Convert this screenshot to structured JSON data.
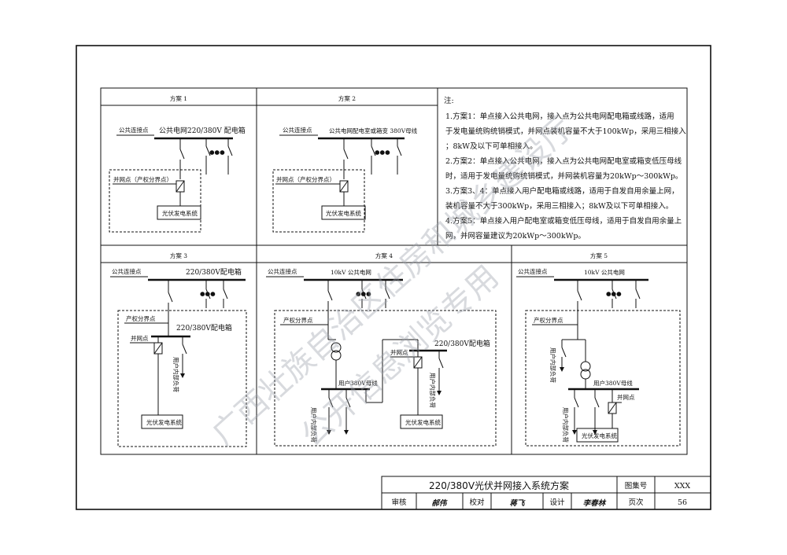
{
  "schemes": {
    "s1": {
      "title": "方案 1",
      "connect": "公共连接点",
      "bus": "公共电网220/380V 配电箱",
      "boundary": "并网点（产权分界点）",
      "pv": "光伏发电系统",
      "dots": "●●●"
    },
    "s2": {
      "title": "方案 2",
      "connect": "公共连接点",
      "bus": "公共电网配电室或箱变 380V母线",
      "boundary": "并网点（产权分界点）",
      "pv": "光伏发电系统",
      "dots": "●●●"
    },
    "s3": {
      "title": "方案 3",
      "connect": "公共连接点",
      "bus": "220/380V配电箱",
      "boundary": "产权分界点",
      "sub_bus": "220/380V配电箱",
      "grid_point": "并网点",
      "load": "用户内部负荷",
      "pv": "光伏发电系统",
      "dots": "●●●"
    },
    "s4": {
      "title": "方案 4",
      "connect": "公共连接点",
      "bus": "10kV 公共电网",
      "boundary": "产权分界点",
      "sub_bus": "220/380V配电箱",
      "grid_point": "并网点",
      "user_bus": "用户380V母线",
      "load": "用户内部负荷",
      "pv": "光伏发电系统",
      "dots": "●●●"
    },
    "s5": {
      "title": "方案 5",
      "connect": "公共连接点",
      "bus": "10kV 公共电网",
      "boundary": "产权分界点",
      "user_bus": "用户380V母线",
      "grid_point": "并网点",
      "load": "用户内部负荷",
      "pv": "光伏发电系统",
      "dots": "●●●"
    }
  },
  "notes": {
    "heading": "注:",
    "lines": [
      "1.方案1：单点接入公共电网，接入点为公共电网配电箱或线路，适用",
      "于发电量统购统销模式，并网点装机容量不大于100kWp，采用三相接入",
      "；8kW及以下可单相接入。",
      "2.方案2：单点接入公共电网，接入点为公共电网配电室或箱变低压母线",
      "时，适用于发电量统购统销模式，并网装机容量为20kWp～300kWp。",
      "3.方案3、4：单点接入用户配电箱或线路，适用于自发自用余量上网，",
      "装机容量不大于300kWp，采用三相接入；8kW及以下可单相接入。",
      "4.方案5：单点接入用户配电室或箱变低压母线，适用于自发自用余量上",
      "网，并网容量建议为20kWp～300kWp。"
    ]
  },
  "title_block": {
    "title": "220/380V光伏并网接入系统方案",
    "atlas_label": "图集号",
    "atlas_value": "XXX",
    "review_label": "审核",
    "check_label": "校对",
    "design_label": "设计",
    "page_label": "页次",
    "page_value": "56",
    "sign_review": "郝伟",
    "sign_check": "蒋飞",
    "sign_design": "李春林"
  },
  "watermark": {
    "line1": "广西壮族自治区住房和城乡建设厅",
    "line2": "公开信息浏览专用"
  }
}
